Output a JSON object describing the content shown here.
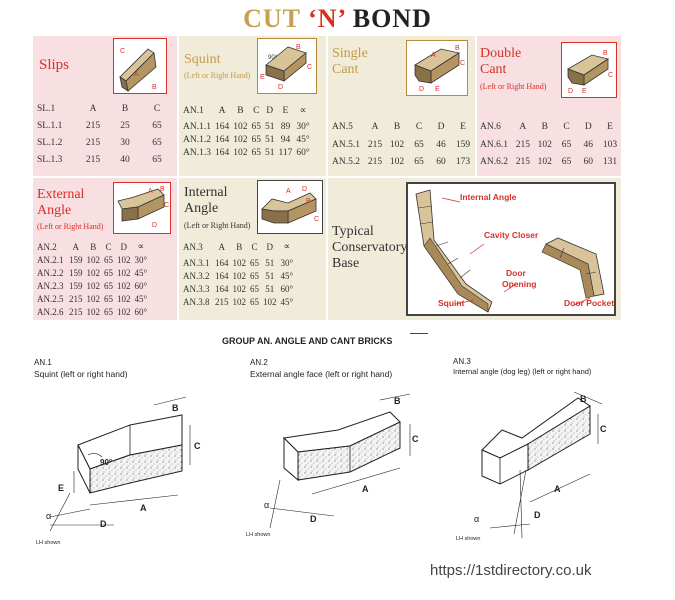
{
  "title": {
    "part1": "CUT",
    "part2": "‘N’",
    "part3": "BOND"
  },
  "panels": {
    "slips": {
      "title": "Slips",
      "header": [
        "SL.1",
        "A",
        "B",
        "C"
      ],
      "rows": [
        [
          "SL.1.1",
          "215",
          "25",
          "65"
        ],
        [
          "SL.1.2",
          "215",
          "30",
          "65"
        ],
        [
          "SL.1.3",
          "215",
          "40",
          "65"
        ]
      ]
    },
    "squint": {
      "title": "Squint",
      "subtitle": "(Left or Right Hand)",
      "header": [
        "AN.1",
        "A",
        "B",
        "C",
        "D",
        "E",
        "∝"
      ],
      "rows": [
        [
          "AN.1.1",
          "164",
          "102",
          "65",
          "51",
          "89",
          "30°"
        ],
        [
          "AN.1.2",
          "164",
          "102",
          "65",
          "51",
          "94",
          "45°"
        ],
        [
          "AN.1.3",
          "164",
          "102",
          "65",
          "51",
          "117",
          "60°"
        ]
      ]
    },
    "single_cant": {
      "title1": "Single",
      "title2": "Cant",
      "header": [
        "AN.5",
        "A",
        "B",
        "C",
        "D",
        "E"
      ],
      "rows": [
        [
          "AN.5.1",
          "215",
          "102",
          "65",
          "46",
          "159"
        ],
        [
          "AN.5.2",
          "215",
          "102",
          "65",
          "60",
          "173"
        ]
      ]
    },
    "double_cant": {
      "title1": "Double",
      "title2": "Cant",
      "subtitle": "(Left or Right Hand)",
      "header": [
        "AN.6",
        "A",
        "B",
        "C",
        "D",
        "E"
      ],
      "rows": [
        [
          "AN.6.1",
          "215",
          "102",
          "65",
          "46",
          "103"
        ],
        [
          "AN.6.2",
          "215",
          "102",
          "65",
          "60",
          "131"
        ]
      ]
    },
    "external_angle": {
      "title1": "External",
      "title2": "Angle",
      "subtitle": "(Left or Right Hand)",
      "header": [
        "AN.2",
        "A",
        "B",
        "C",
        "D",
        "∝"
      ],
      "rows": [
        [
          "AN.2.1",
          "159",
          "102",
          "65",
          "102",
          "30°"
        ],
        [
          "AN.2.2",
          "159",
          "102",
          "65",
          "102",
          "45°"
        ],
        [
          "AN.2.3",
          "159",
          "102",
          "65",
          "102",
          "60°"
        ],
        [
          "AN.2.5",
          "215",
          "102",
          "65",
          "102",
          "45°"
        ],
        [
          "AN.2.6",
          "215",
          "102",
          "65",
          "102",
          "60°"
        ]
      ]
    },
    "internal_angle": {
      "title1": "Internal",
      "title2": "Angle",
      "subtitle": "(Left or Right Hand)",
      "header": [
        "AN.3",
        "A",
        "B",
        "C",
        "D",
        "∝"
      ],
      "rows": [
        [
          "AN.3.1",
          "164",
          "102",
          "65",
          "51",
          "30°"
        ],
        [
          "AN.3.2",
          "164",
          "102",
          "65",
          "51",
          "45°"
        ],
        [
          "AN.3.3",
          "164",
          "102",
          "65",
          "51",
          "60°"
        ],
        [
          "AN.3.8",
          "215",
          "102",
          "65",
          "102",
          "45°"
        ]
      ]
    },
    "conservatory": {
      "title1": "Typical",
      "title2": "Conservatory",
      "title3": "Base",
      "labels": {
        "internal_angle": "Internal Angle",
        "cavity_closer": "Cavity Closer",
        "door_opening1": "Door",
        "door_opening2": "Opening",
        "squint": "Squint",
        "door_pocket": "Door Pocket"
      }
    }
  },
  "icon_letters": {
    "A": "A",
    "B": "B",
    "C": "C",
    "D": "D",
    "E": "E",
    "angle90": "90°",
    "alpha": "α"
  },
  "section": {
    "title": "GROUP AN. ANGLE AND CANT BRICKS",
    "diagrams": [
      {
        "code": "AN.1",
        "title": "Squint (left or right hand)",
        "note": "LH shown"
      },
      {
        "code": "AN.2",
        "title": "External angle face (left or right hand)",
        "note": "LH shown"
      },
      {
        "code": "AN.3",
        "title": "Internal angle (dog leg) (left or right hand)",
        "note": "LH shown"
      }
    ]
  },
  "credit": "https://1stdirectory.co.uk"
}
